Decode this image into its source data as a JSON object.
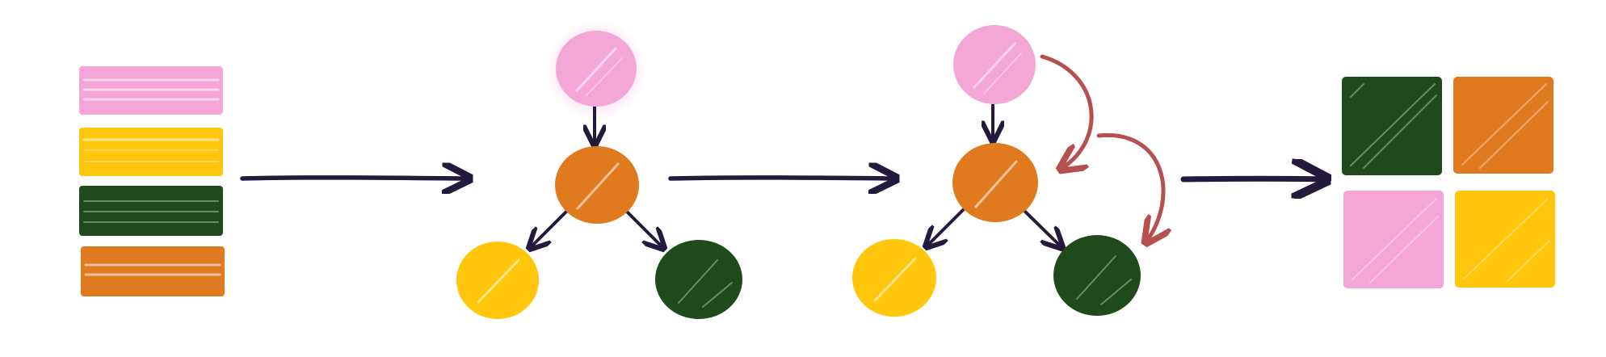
{
  "colors": {
    "pink": "#f4a6d7",
    "yellow": "#ffc60b",
    "dark_green": "#1e4a1c",
    "orange": "#e07a1f",
    "arrow_dark": "#231a3d",
    "arrow_red": "#b5504f"
  },
  "stages": [
    {
      "name": "stacked-bars",
      "items": [
        "pink",
        "yellow",
        "dark_green",
        "orange"
      ]
    },
    {
      "name": "tree",
      "root": "pink",
      "middle": "orange",
      "leaves": [
        "yellow",
        "dark_green"
      ]
    },
    {
      "name": "tree-with-transitions",
      "root": "pink",
      "middle": "orange",
      "leaves": [
        "yellow",
        "dark_green"
      ]
    },
    {
      "name": "grid",
      "items": [
        "dark_green",
        "orange",
        "pink",
        "yellow"
      ]
    }
  ]
}
